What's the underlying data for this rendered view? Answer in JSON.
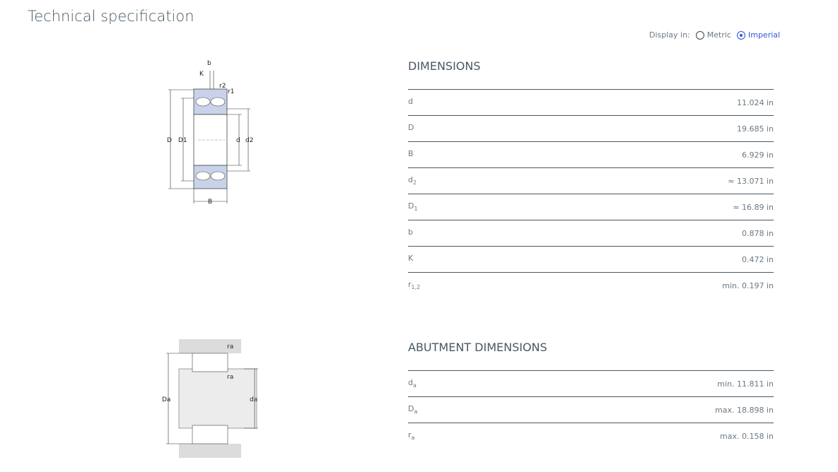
{
  "title": "Technical specification",
  "display": {
    "label": "Display in:",
    "options": [
      {
        "label": "Metric",
        "selected": false
      },
      {
        "label": "Imperial",
        "selected": true
      }
    ]
  },
  "dimensions": {
    "heading": "DIMENSIONS",
    "rows": [
      {
        "sym": "d",
        "sub": "",
        "value": "11.024 in"
      },
      {
        "sym": "D",
        "sub": "",
        "value": "19.685 in"
      },
      {
        "sym": "B",
        "sub": "",
        "value": "6.929 in"
      },
      {
        "sym": "d",
        "sub": "2",
        "value": "≈ 13.071 in"
      },
      {
        "sym": "D",
        "sub": "1",
        "value": "≈ 16.89 in"
      },
      {
        "sym": "b",
        "sub": "",
        "value": "0.878 in"
      },
      {
        "sym": "K",
        "sub": "",
        "value": "0.472 in"
      },
      {
        "sym": "r",
        "sub": "1,2",
        "value": "min. 0.197 in"
      }
    ]
  },
  "abutment": {
    "heading": "ABUTMENT DIMENSIONS",
    "rows": [
      {
        "sym": "d",
        "sub": "a",
        "value": "min. 11.811 in"
      },
      {
        "sym": "D",
        "sub": "a",
        "value": "max. 18.898 in"
      },
      {
        "sym": "r",
        "sub": "a",
        "value": "max. 0.158 in"
      }
    ]
  },
  "drawing1_labels": {
    "b": "b",
    "K": "K",
    "r2": "r2",
    "r1": "r1",
    "D": "D",
    "D1": "D1",
    "d": "d",
    "d2": "d2",
    "B": "B"
  },
  "drawing2_labels": {
    "ra": "ra",
    "Da": "Da",
    "da": "da"
  }
}
